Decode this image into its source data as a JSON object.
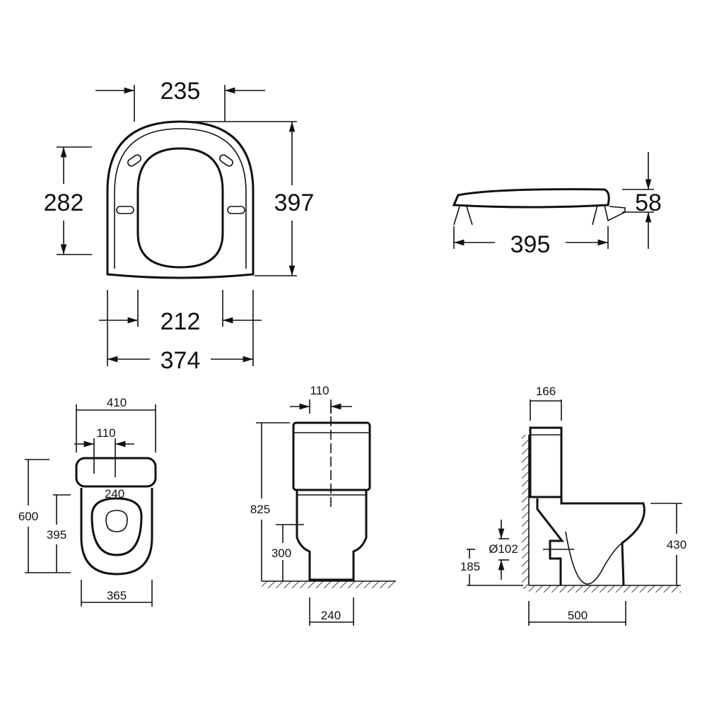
{
  "seat_plan": {
    "width_hinge": "235",
    "inner_length": "282",
    "overall_length": "397",
    "hinge_spacing": "212",
    "overall_width": "374"
  },
  "seat_side": {
    "height": "58",
    "length": "395"
  },
  "wc_plan": {
    "width": "410",
    "inlet_offset": "110",
    "length": "600",
    "seat_length": "395",
    "fixing_spacing": "240",
    "base_width": "365"
  },
  "wc_front": {
    "inlet_offset": "110",
    "total_height": "825",
    "waste_height": "300",
    "base_width": "240"
  },
  "wc_side": {
    "cistern_depth": "166",
    "outlet_diameter": "Ø102",
    "outlet_height": "185",
    "seat_height": "430",
    "projection": "500"
  },
  "colors": {
    "line": "#111111",
    "background": "#ffffff"
  }
}
